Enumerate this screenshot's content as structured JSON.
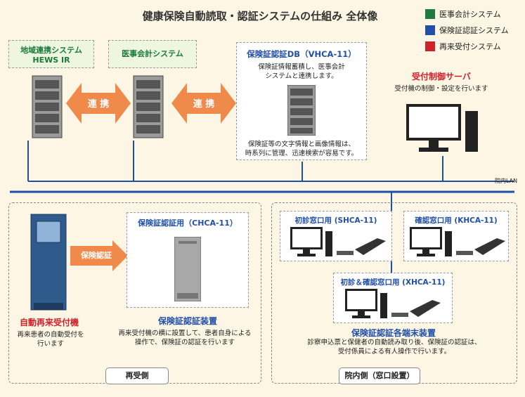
{
  "title": "健康保険自動読取・認証システムの仕組み 全体像",
  "legend": [
    {
      "label": "医事会計システム",
      "color": "#1e7a3e"
    },
    {
      "label": "保険証認証システム",
      "color": "#1f4fa8"
    },
    {
      "label": "再来受付システム",
      "color": "#d0202a"
    }
  ],
  "top": {
    "hews": {
      "line1": "地域連携システム",
      "line2": "HEWS IR"
    },
    "ijikaikei": {
      "label": "医事会計システム"
    },
    "renkei1": "連 携",
    "renkei2": "連 携",
    "vhca": {
      "title": "保険証認証DB（VHCA-11）",
      "desc1": "保険証情報蓄積し、医事会計",
      "desc2": "システムと連携します。",
      "desc3": "保険証等の文字情報と画像情報は、",
      "desc4": "時系列に管理、迅速検索が容易です。"
    },
    "server": {
      "title": "受付制御サーバ",
      "desc": "受付機の制御・設定を行います"
    },
    "lan": "院内LAN"
  },
  "left_panel": {
    "kiosk_title": "自動再来受付機",
    "kiosk_desc1": "再来患者の自動受付を",
    "kiosk_desc2": "行います",
    "arrow": "保険認証",
    "chca_title": "保険証認証用（CHCA-11）",
    "device_title": "保険証認証装置",
    "device_desc1": "再来受付機の横に設置して、患者自身による",
    "device_desc2": "操作で、保険証の認証を行います",
    "tab": "再受側"
  },
  "right_panel": {
    "shca": "初診窓口用 (SHCA-11)",
    "khca": "確認窓口用 (KHCA-11)",
    "xhca": "初診＆確認窓口用 (XHCA-11)",
    "terminal_title": "保険証認証各端末装置",
    "terminal_desc1": "診察申込票と保健者の自動読み取り後、保険証の認証は、",
    "terminal_desc2": "受付係員による有人操作で行います。",
    "tab": "院内側（窓口設置）"
  }
}
